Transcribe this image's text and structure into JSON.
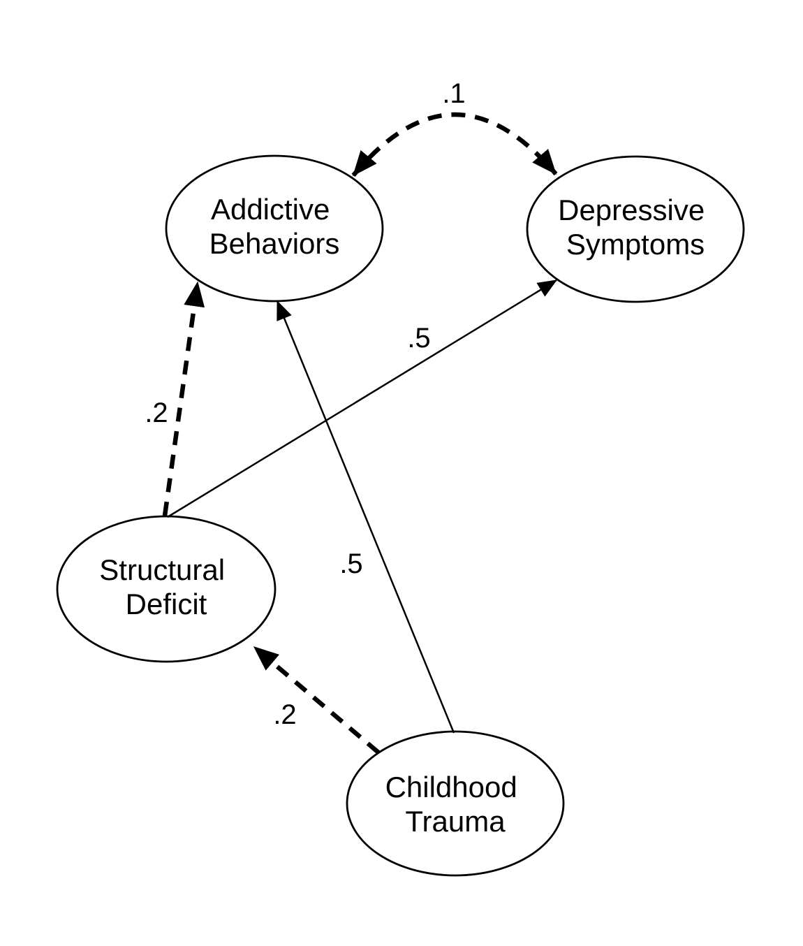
{
  "diagram": {
    "type": "path-diagram",
    "background_color": "#ffffff",
    "stroke_color": "#000000",
    "nodes": [
      {
        "id": "addictive-behaviors",
        "shape": "ellipse",
        "lines": [
          "Addictive",
          "Behaviors"
        ]
      },
      {
        "id": "depressive-symptoms",
        "shape": "ellipse",
        "lines": [
          "Depressive",
          "Symptoms"
        ]
      },
      {
        "id": "structural-deficit",
        "shape": "ellipse",
        "lines": [
          "Structural",
          "Deficit"
        ]
      },
      {
        "id": "childhood-trauma",
        "shape": "ellipse",
        "lines": [
          "Childhood",
          "Trauma"
        ]
      }
    ],
    "edges": [
      {
        "from": "addictive-behaviors",
        "to": "depressive-symptoms",
        "label": ".1",
        "style": "dashed",
        "arrows": "both",
        "kind": "covariance"
      },
      {
        "from": "structural-deficit",
        "to": "addictive-behaviors",
        "label": ".2",
        "style": "dashed",
        "arrows": "end",
        "kind": "path"
      },
      {
        "from": "structural-deficit",
        "to": "depressive-symptoms",
        "label": ".5",
        "style": "solid",
        "arrows": "end",
        "kind": "path"
      },
      {
        "from": "childhood-trauma",
        "to": "addictive-behaviors",
        "label": ".5",
        "style": "solid",
        "arrows": "end",
        "kind": "path"
      },
      {
        "from": "childhood-trauma",
        "to": "structural-deficit",
        "label": ".2",
        "style": "dashed",
        "arrows": "end",
        "kind": "path"
      }
    ]
  }
}
